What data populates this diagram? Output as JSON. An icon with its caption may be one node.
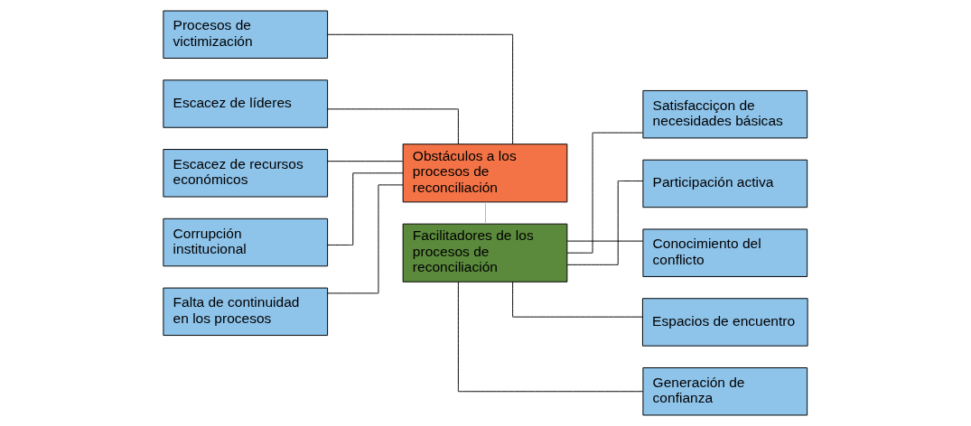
{
  "diagram": {
    "nodes": [
      {
        "text": [
          "Procesos de victimización"
        ]
      },
      {
        "text": [
          "Escacez de líderes"
        ]
      },
      {
        "text": [
          "Escacez de recursos económicos"
        ]
      },
      {
        "text": [
          "Corrupción institucional"
        ]
      },
      {
        "text": [
          "Falta de continuidad en los procesos"
        ]
      },
      {
        "text": [
          "Obstáculos a los procesos de reconciliación"
        ]
      },
      {
        "text": [
          "Facilitadores de los procesos de reconciliación"
        ]
      },
      {
        "text": [
          "Satisfacciçon de necesidades básicas"
        ]
      },
      {
        "text": [
          "Participación activa"
        ]
      },
      {
        "text": [
          "Conocimiento del conflicto"
        ]
      },
      {
        "text": [
          "Espacios de encuentro"
        ]
      },
      {
        "text": [
          "Generación de confianza"
        ]
      }
    ],
    "edges": [
      {
        "from": 0,
        "to": 5,
        "arrow": "none"
      },
      {
        "from": 1,
        "to": 5,
        "arrow": "none"
      },
      {
        "from": 2,
        "to": 5,
        "arrow": "none"
      },
      {
        "from": 3,
        "to": 5,
        "arrow": "none"
      },
      {
        "from": 4,
        "to": 5,
        "arrow": "none"
      },
      {
        "from": 5,
        "to": 6,
        "arrow": "none",
        "color": "#a4b8e4"
      },
      {
        "from": 6,
        "to": 7,
        "arrow": "none"
      },
      {
        "from": 6,
        "to": 8,
        "arrow": "none"
      },
      {
        "from": 6,
        "to": 9,
        "arrow": "none"
      },
      {
        "from": 6,
        "to": 10,
        "arrow": "none"
      },
      {
        "from": 6,
        "to": 11,
        "arrow": "none"
      }
    ]
  }
}
